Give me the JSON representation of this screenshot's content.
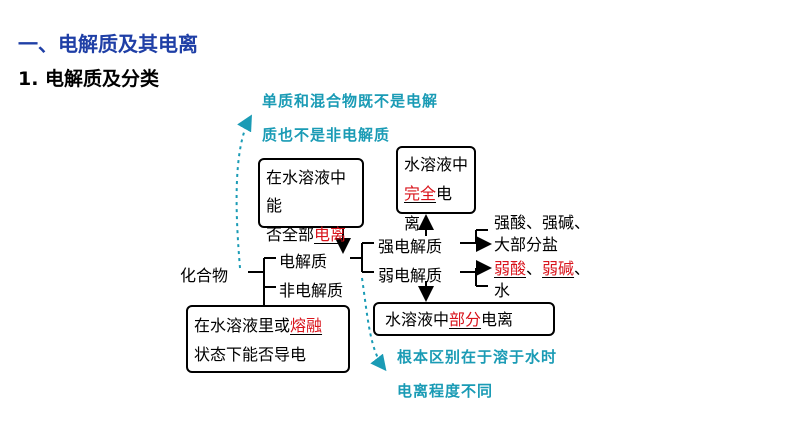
{
  "heading": "一、电解质及其电离",
  "subheading": "1. 电解质及分类",
  "note_top": {
    "line1": "单质和混合物既不是电解",
    "line2": "质也不是非电解质"
  },
  "note_bottom": {
    "line1": "根本区别在于溶于水时",
    "line2": "电离程度不同"
  },
  "compound": "化合物",
  "electrolyte": "电解质",
  "non_electrolyte": "非电解质",
  "strong_electrolyte": "强电解质",
  "weak_electrolyte": "弱电解质",
  "box_ionize": {
    "line1": "在水溶液中能",
    "line2_prefix": "否全部",
    "line2_key": "电离"
  },
  "box_complete": {
    "line1": "水溶液中",
    "line2_key": "完全",
    "line2_suffix": "电离"
  },
  "box_molten": {
    "line1_prefix": "在水溶液里或",
    "line1_key": "熔融",
    "line2": "状态下能否导电"
  },
  "box_partial": {
    "prefix": "水溶液中",
    "key": "部分",
    "suffix": "电离"
  },
  "strong_examples": {
    "line1": "强酸、强碱、",
    "line2": "大部分盐"
  },
  "weak_examples": {
    "weak_acid": "弱酸",
    "sep1": "、",
    "weak_base": "弱碱",
    "sep2": "、",
    "water": "水"
  },
  "colors": {
    "heading": "#1f3fa6",
    "note": "#1a9bb5",
    "keyword": "#d9141c",
    "line": "#000000"
  }
}
